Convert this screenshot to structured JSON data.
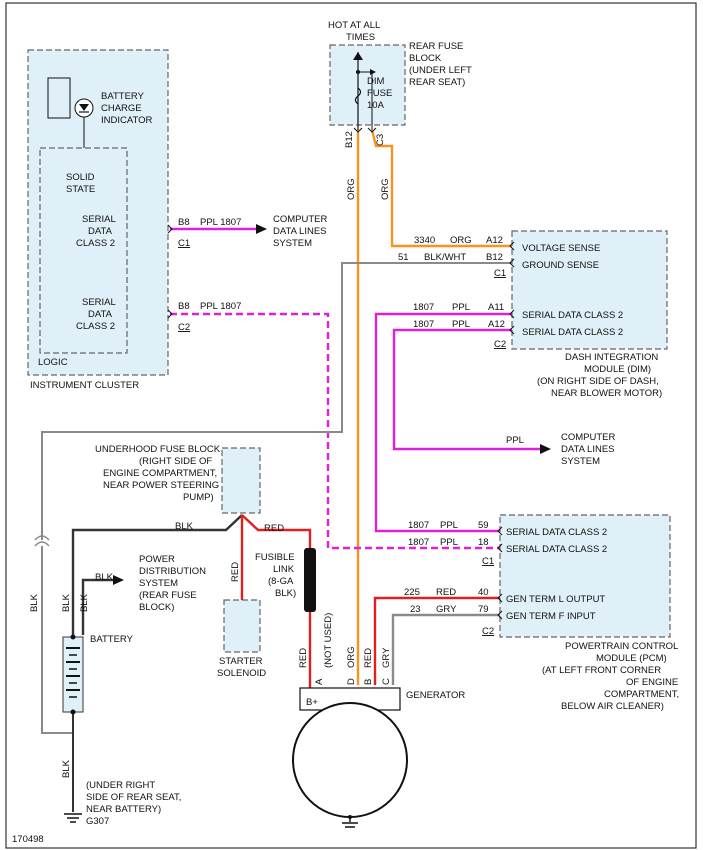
{
  "figure_id": "170498",
  "rear_fuse_block": {
    "hot_label": [
      "HOT AT ALL",
      "TIMES"
    ],
    "title": [
      "REAR FUSE",
      "BLOCK",
      "(UNDER LEFT",
      "REAR SEAT)"
    ],
    "fuse": [
      "DIM",
      "FUSE",
      "10A"
    ],
    "pins": [
      "B12",
      "C3"
    ]
  },
  "instrument_cluster": {
    "title": "INSTRUMENT CLUSTER",
    "logic_label": "LOGIC",
    "indicator": [
      "BATTERY",
      "CHARGE",
      "INDICATOR"
    ],
    "solid_state": [
      "SOLID",
      "STATE"
    ],
    "serial1": [
      "SERIAL",
      "DATA",
      "CLASS 2"
    ],
    "serial2": [
      "SERIAL",
      "DATA",
      "CLASS 2"
    ],
    "pin1": "B8",
    "conn1": "C1",
    "wire1": "PPL 1807",
    "pin2": "B8",
    "conn2": "C2",
    "wire2": "PPL 1807"
  },
  "computer_data_lines": [
    "COMPUTER",
    "DATA LINES",
    "SYSTEM"
  ],
  "dim": {
    "title": [
      "DASH INTEGRATION",
      "MODULE (DIM)",
      "(ON RIGHT SIDE OF DASH,",
      "NEAR BLOWER MOTOR)"
    ],
    "pins": [
      {
        "circuit": "3340",
        "color": "ORG",
        "pin": "A12",
        "label": "VOLTAGE SENSE"
      },
      {
        "circuit": "51",
        "color": "BLK/WHT",
        "pin": "B12",
        "label": "GROUND SENSE"
      },
      {
        "circuit": "1807",
        "color": "PPL",
        "pin": "A11",
        "label": "SERIAL DATA CLASS 2"
      },
      {
        "circuit": "1807",
        "color": "PPL",
        "pin": "A12",
        "label": "SERIAL DATA CLASS 2"
      }
    ],
    "conn_c1": "C1",
    "conn_c2": "C2",
    "ppl_label": "PPL"
  },
  "computer_data_lines_2": [
    "COMPUTER",
    "DATA LINES",
    "SYSTEM"
  ],
  "pcm": {
    "title": [
      "POWERTRAIN CONTROL",
      "MODULE (PCM)",
      "(AT LEFT FRONT CORNER",
      "OF ENGINE",
      "COMPARTMENT,",
      "BELOW AIR CLEANER)"
    ],
    "pins": [
      {
        "circuit": "1807",
        "color": "PPL",
        "pin": "59",
        "label": "SERIAL DATA CLASS 2"
      },
      {
        "circuit": "1807",
        "color": "PPL",
        "pin": "18",
        "label": "SERIAL DATA CLASS 2"
      },
      {
        "circuit": "225",
        "color": "RED",
        "pin": "40",
        "label": "GEN TERM L OUTPUT"
      },
      {
        "circuit": "23",
        "color": "GRY",
        "pin": "79",
        "label": "GEN TERM F INPUT"
      }
    ],
    "conn_c1": "C1",
    "conn_c2": "C2"
  },
  "underhood": {
    "title": [
      "UNDERHOOD FUSE BLOCK",
      "(RIGHT SIDE OF",
      "ENGINE COMPARTMENT,",
      "NEAR POWER STEERING",
      "PUMP)"
    ]
  },
  "power_distribution": [
    "POWER",
    "DISTRIBUTION",
    "SYSTEM",
    "(REAR FUSE",
    "BLOCK)"
  ],
  "fusible_link": [
    "FUSIBLE",
    "LINK",
    "(8-GA",
    "BLK)"
  ],
  "starter": [
    "STARTER",
    "SOLENOID"
  ],
  "battery": "BATTERY",
  "ground_note": [
    "(UNDER RIGHT",
    "SIDE OF REAR SEAT,",
    "NEAR BATTERY)"
  ],
  "ground_id": "G307",
  "generator": {
    "title": "GENERATOR",
    "bplus": "B+",
    "terminals": [
      "A",
      "D",
      "B",
      "C"
    ],
    "not_used": "(NOT USED)"
  },
  "wire_labels": {
    "org": "ORG",
    "blk": "BLK",
    "red": "RED",
    "gry": "GRY"
  },
  "colors": {
    "orange": "#f7931e",
    "magenta": "#e020d8",
    "red": "#e02020",
    "gray": "#8a8a8a",
    "dark": "#333333",
    "box_fill": "#dff0f8"
  }
}
